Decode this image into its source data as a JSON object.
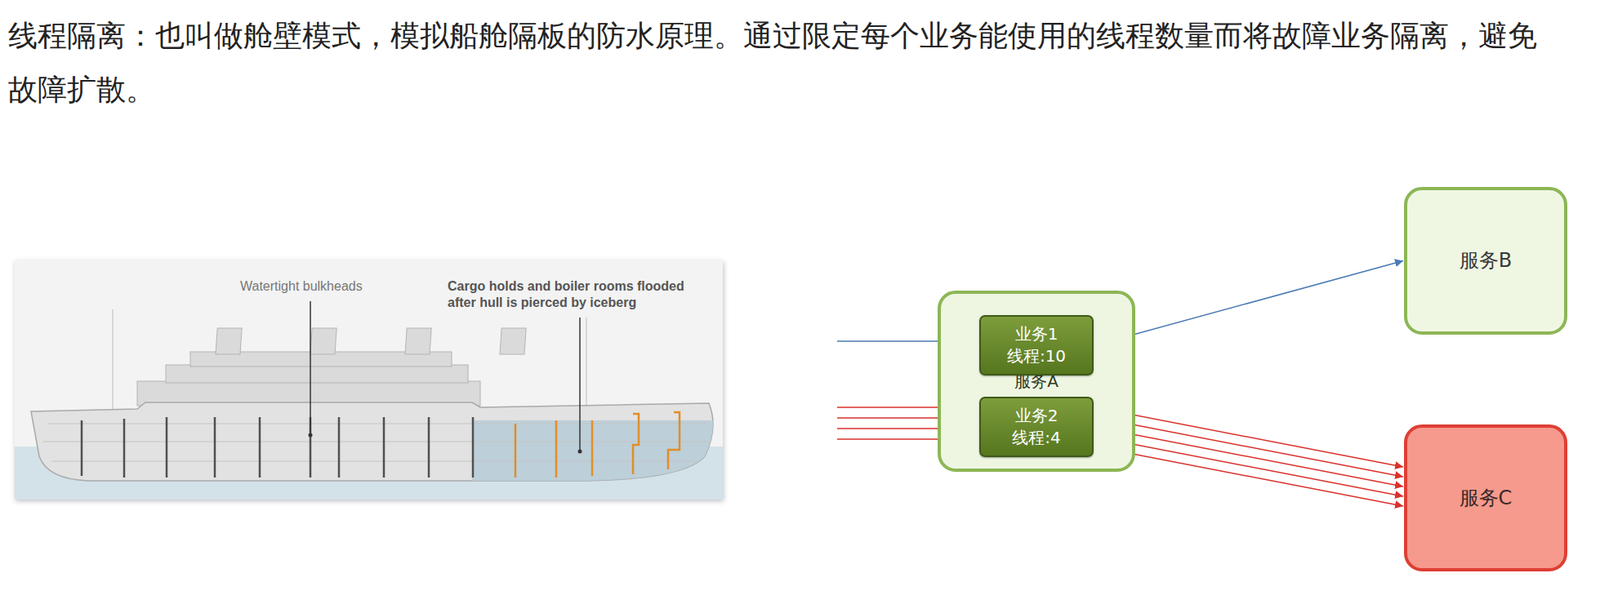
{
  "diagram": {
    "nodes": [
      {
        "text": [
          "服务A"
        ]
      },
      {
        "text": [
          "业务1",
          "线程:10"
        ],
        "in": 0
      },
      {
        "text": [
          "业务2",
          "线程:4"
        ],
        "in": 0
      },
      {
        "text": [
          "服务B"
        ]
      },
      {
        "text": [
          "服务C"
        ]
      }
    ],
    "edges": [
      {
        "from": 1,
        "to": 3,
        "arrow": "to"
      },
      {
        "from": 2,
        "to": 4,
        "arrow": "to"
      },
      {
        "from": 2,
        "to": 4,
        "arrow": "to"
      },
      {
        "from": 2,
        "to": 4,
        "arrow": "to"
      },
      {
        "from": 2,
        "to": 4,
        "arrow": "to"
      },
      {
        "from": 2,
        "to": 4,
        "arrow": "to"
      }
    ],
    "labels": [
      "线程隔离：也叫做舱壁模式，模拟船舱隔板的防水原理。通过限定每个业务能使用的线程数量而将故障业务隔离，避免故障扩散。",
      "Watertight bulkheads",
      "Cargo holds and boiler rooms flooded after hull is pierced by iceberg"
    ]
  }
}
